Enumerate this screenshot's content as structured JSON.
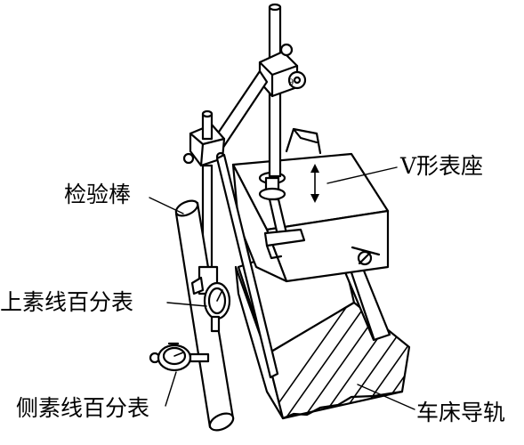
{
  "labels": {
    "v_seat": "V形表座",
    "test_bar": "检验棒",
    "upper_indicator": "上素线百分表",
    "side_indicator": "侧素线百分表",
    "lathe_rail": "车床导轨"
  },
  "colors": {
    "line": "#000000",
    "background": "#ffffff"
  }
}
